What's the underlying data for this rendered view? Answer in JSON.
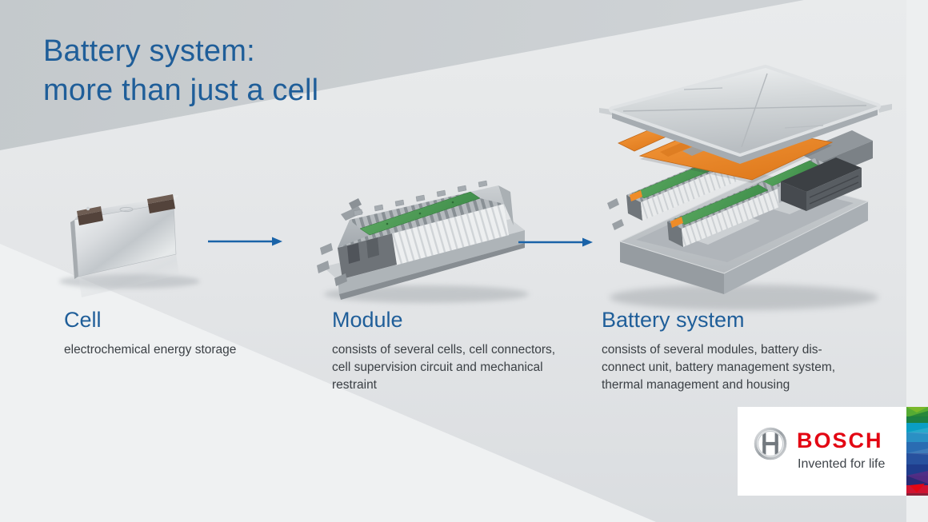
{
  "title": {
    "line1": "Battery system:",
    "line2": "more than just a cell"
  },
  "sections": [
    {
      "label": "Cell",
      "lines": [
        "electrochemical energy storage"
      ]
    },
    {
      "label": "Module",
      "lines": [
        "consists of several cells, cell connectors,",
        "cell supervision circuit and mechanical",
        "restraint"
      ]
    },
    {
      "label": "Battery system",
      "lines": [
        "consists of several modules, battery dis-",
        "connect unit, battery management system,",
        "thermal management and housing"
      ]
    }
  ],
  "flow": {
    "steps": [
      "Cell",
      "Module",
      "Battery system"
    ],
    "arrow_icon": "arrow-right-icon"
  },
  "images": [
    {
      "name": "cell-image",
      "depicts": "prismatic lithium-ion battery cell"
    },
    {
      "name": "module-image",
      "depicts": "battery module with cells, connectors and green cell supervision circuit"
    },
    {
      "name": "battery-system-image",
      "depicts": "exploded battery system: housing lid, orange harness layer, modules and tray"
    }
  ],
  "logo": {
    "brand": "BOSCH",
    "tagline": "Invented for life",
    "symbol_icon": "bosch-anchor-icon",
    "supergraphic": "bosch-color-bar"
  },
  "colors": {
    "accent_blue": "#1f5e99",
    "text_dark": "#3b4045",
    "bosch_red": "#e30613",
    "harness_orange": "#ef8c28",
    "pcb_green": "#4f9e56",
    "background_gray": "#e4e6e8",
    "background_dark_gray": "#c6cacd",
    "background_light_gray": "#eff1f2"
  }
}
